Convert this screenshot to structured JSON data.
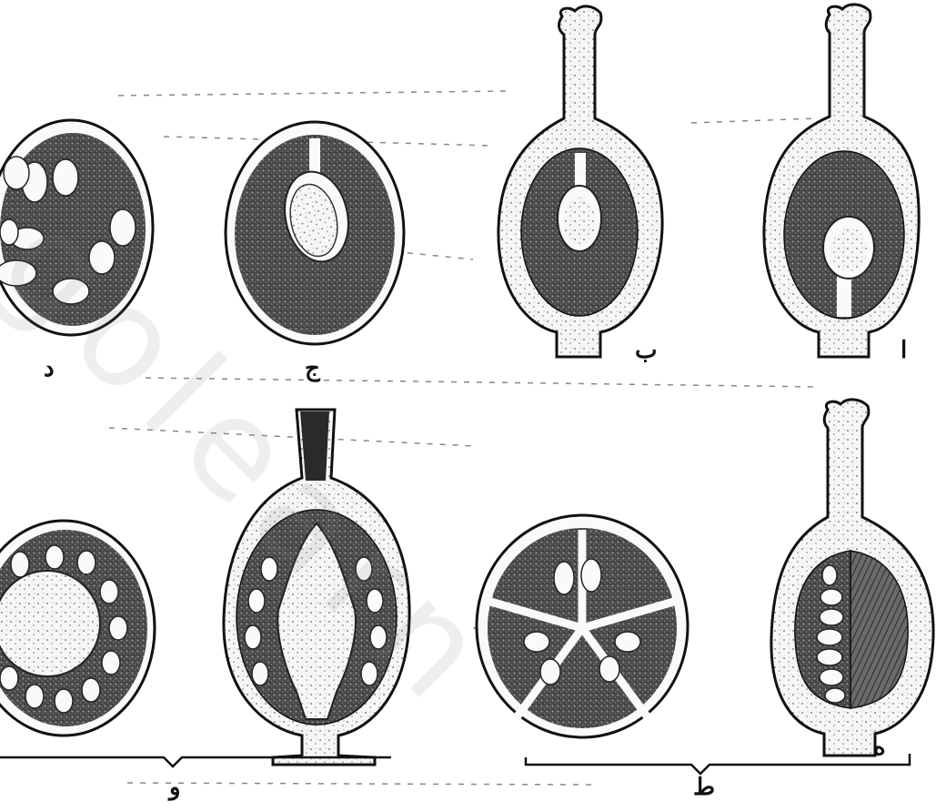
{
  "figure": {
    "panels": [
      {
        "id": "a",
        "label": "ا"
      },
      {
        "id": "b",
        "label": "ب"
      },
      {
        "id": "c",
        "label": "ج"
      },
      {
        "id": "d",
        "label": "د"
      },
      {
        "id": "e",
        "label": "ه"
      },
      {
        "id": "f",
        "label": "ط"
      },
      {
        "id": "g",
        "label": "و"
      }
    ],
    "watermark": "golearn"
  }
}
